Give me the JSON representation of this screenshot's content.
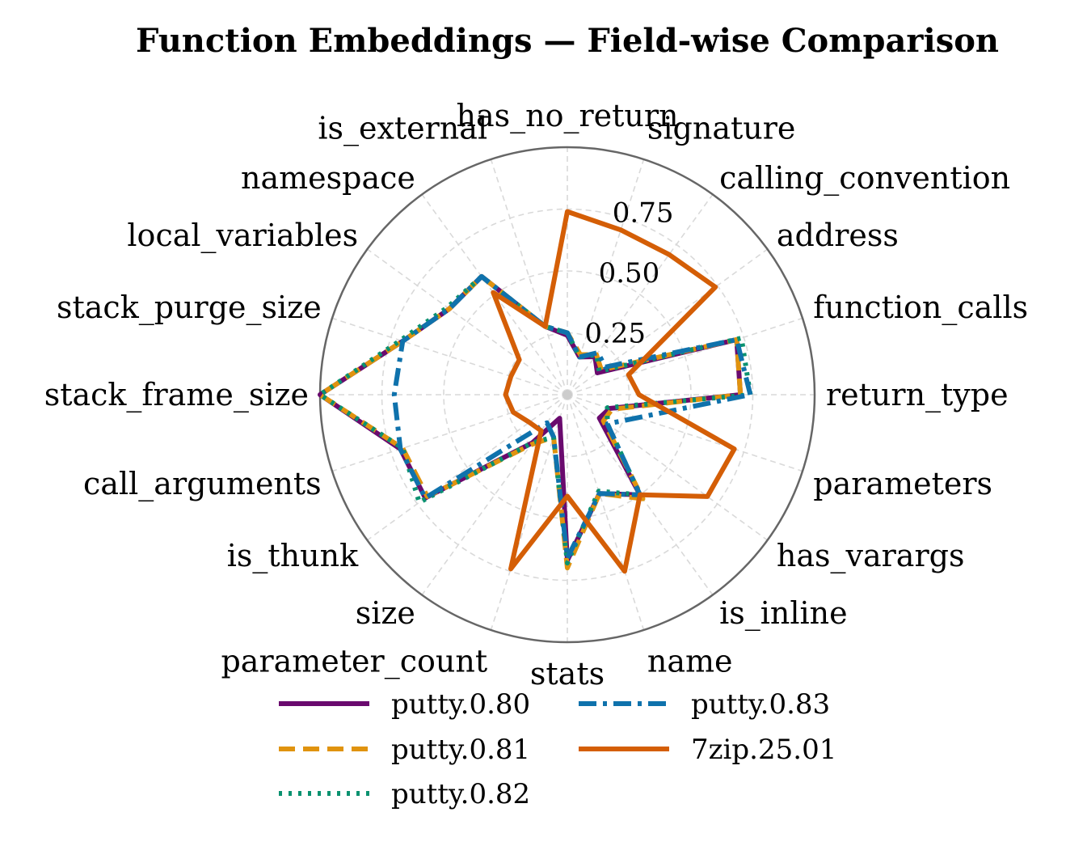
{
  "chart_data": {
    "type": "radar",
    "title": "Function Embeddings — Field-wise Comparison",
    "categories": [
      "return_type",
      "function_calls",
      "address",
      "calling_convention",
      "signature",
      "has_no_return",
      "is_external",
      "namespace",
      "local_variables",
      "stack_purge_size",
      "stack_frame_size",
      "call_arguments",
      "is_thunk",
      "size",
      "parameter_count",
      "stats",
      "name",
      "is_inline",
      "has_varargs",
      "parameters"
    ],
    "radial_ticks": [
      0.25,
      0.5,
      0.75
    ],
    "radial_tick_labels": [
      "0.25",
      "0.50",
      "0.75"
    ],
    "rlim": [
      0,
      1.0
    ],
    "grid": true,
    "legend_position": "bottom-center",
    "series": [
      {
        "name": "putty.0.80",
        "color": "#6a0a6e",
        "style": "solid",
        "values": [
          0.7,
          0.72,
          0.15,
          0.19,
          0.16,
          0.24,
          0.29,
          0.59,
          0.59,
          0.7,
          1.0,
          0.71,
          0.71,
          0.24,
          0.1,
          0.67,
          0.42,
          0.5,
          0.16,
          0.18
        ]
      },
      {
        "name": "putty.0.81",
        "color": "#e0930f",
        "style": "dashed",
        "values": [
          0.7,
          0.72,
          0.17,
          0.2,
          0.17,
          0.25,
          0.29,
          0.59,
          0.59,
          0.7,
          1.0,
          0.7,
          0.7,
          0.25,
          0.18,
          0.7,
          0.42,
          0.52,
          0.18,
          0.19
        ]
      },
      {
        "name": "putty.0.82",
        "color": "#0a9270",
        "style": "dotted",
        "values": [
          0.74,
          0.74,
          0.16,
          0.2,
          0.16,
          0.25,
          0.29,
          0.59,
          0.6,
          0.71,
          1.0,
          0.7,
          0.74,
          0.24,
          0.18,
          0.68,
          0.41,
          0.5,
          0.2,
          0.17
        ]
      },
      {
        "name": "putty.0.83",
        "color": "#0f72ac",
        "style": "dashdot",
        "values": [
          0.74,
          0.72,
          0.19,
          0.21,
          0.16,
          0.25,
          0.29,
          0.59,
          0.59,
          0.7,
          0.7,
          0.71,
          0.71,
          0.14,
          0.18,
          0.66,
          0.42,
          0.5,
          0.2,
          0.3
        ]
      },
      {
        "name": "7zip.25.01",
        "color": "#d45e06",
        "style": "solid",
        "values": [
          0.29,
          0.26,
          0.74,
          0.7,
          0.7,
          0.74,
          0.29,
          0.51,
          0.24,
          0.24,
          0.25,
          0.23,
          0.19,
          0.18,
          0.74,
          0.41,
          0.75,
          0.5,
          0.7,
          0.71
        ]
      }
    ]
  }
}
